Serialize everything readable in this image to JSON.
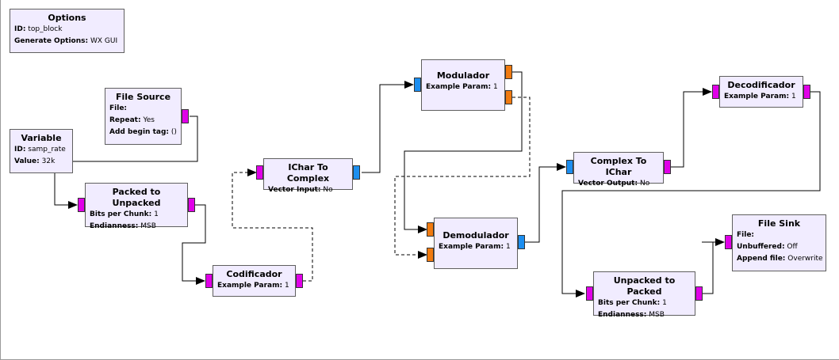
{
  "blocks": {
    "options": {
      "title": "Options",
      "rows": [
        {
          "k": "ID:",
          "v": "top_block"
        },
        {
          "k": "Generate Options:",
          "v": "WX GUI"
        }
      ]
    },
    "file_source": {
      "title": "File Source",
      "rows": [
        {
          "k": "File:",
          "v": ""
        },
        {
          "k": "Repeat:",
          "v": "Yes"
        },
        {
          "k": "Add begin tag:",
          "v": "()"
        }
      ]
    },
    "variable": {
      "title": "Variable",
      "rows": [
        {
          "k": "ID:",
          "v": "samp_rate"
        },
        {
          "k": "Value:",
          "v": "32k"
        }
      ]
    },
    "packed_to_unpacked": {
      "title": "Packed to Unpacked",
      "rows": [
        {
          "k": "Bits per Chunk:",
          "v": "1"
        },
        {
          "k": "Endianness:",
          "v": "MSB"
        }
      ]
    },
    "codificador": {
      "title": "Codificador",
      "rows": [
        {
          "k": "Example Param:",
          "v": "1"
        }
      ]
    },
    "ichar_to_complex": {
      "title": "IChar To Complex",
      "rows": [
        {
          "k": "Vector Input:",
          "v": "No"
        }
      ]
    },
    "modulador": {
      "title": "Modulador",
      "rows": [
        {
          "k": "Example Param:",
          "v": "1"
        }
      ]
    },
    "demodulador": {
      "title": "Demodulador",
      "rows": [
        {
          "k": "Example Param:",
          "v": "1"
        }
      ]
    },
    "complex_to_ichar": {
      "title": "Complex To IChar",
      "rows": [
        {
          "k": "Vector Output:",
          "v": "No"
        }
      ]
    },
    "decodificador": {
      "title": "Decodificador",
      "rows": [
        {
          "k": "Example Param:",
          "v": "1"
        }
      ]
    },
    "unpacked_to_packed": {
      "title": "Unpacked to Packed",
      "rows": [
        {
          "k": "Bits per Chunk:",
          "v": "1"
        },
        {
          "k": "Endianness:",
          "v": "MSB"
        }
      ]
    },
    "file_sink": {
      "title": "File Sink",
      "rows": [
        {
          "k": "File:",
          "v": ""
        },
        {
          "k": "Unbuffered:",
          "v": "Off"
        },
        {
          "k": "Append file:",
          "v": "Overwrite"
        }
      ]
    }
  },
  "colors": {
    "block_fill": "#f1ecff",
    "port_byte": "#e000e8",
    "port_complex": "#1c8ef0",
    "port_float": "#f07a10",
    "wire": "#000000"
  }
}
